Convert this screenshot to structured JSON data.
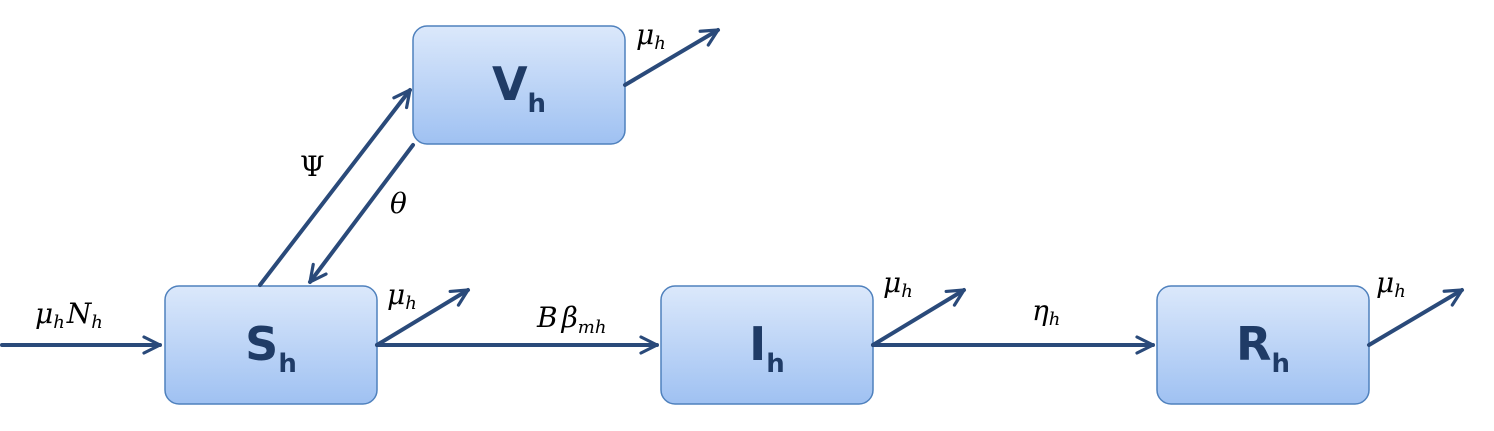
{
  "compartments": {
    "S": {
      "main": "S",
      "sub": "h"
    },
    "V": {
      "main": "V",
      "sub": "h"
    },
    "I": {
      "main": "I",
      "sub": "h"
    },
    "R": {
      "main": "R",
      "sub": "h"
    }
  },
  "rates": {
    "recruitment": {
      "a": "μ",
      "a_sub": "h",
      "b": "N",
      "b_sub": "h"
    },
    "vaccination": {
      "symbol": "Ψ"
    },
    "waning": {
      "symbol": "θ"
    },
    "infection": {
      "a": "B",
      "b": "β",
      "b_sub": "mh"
    },
    "recovery": {
      "symbol": "η",
      "sub": "h"
    },
    "death": {
      "symbol": "μ",
      "sub": "h"
    }
  },
  "colors": {
    "box_top": "#dbe8fb",
    "box_bottom": "#9fc1f2",
    "box_border": "#4f81bd",
    "arrow": "#2a4a7a",
    "label": "#1f3b66"
  }
}
